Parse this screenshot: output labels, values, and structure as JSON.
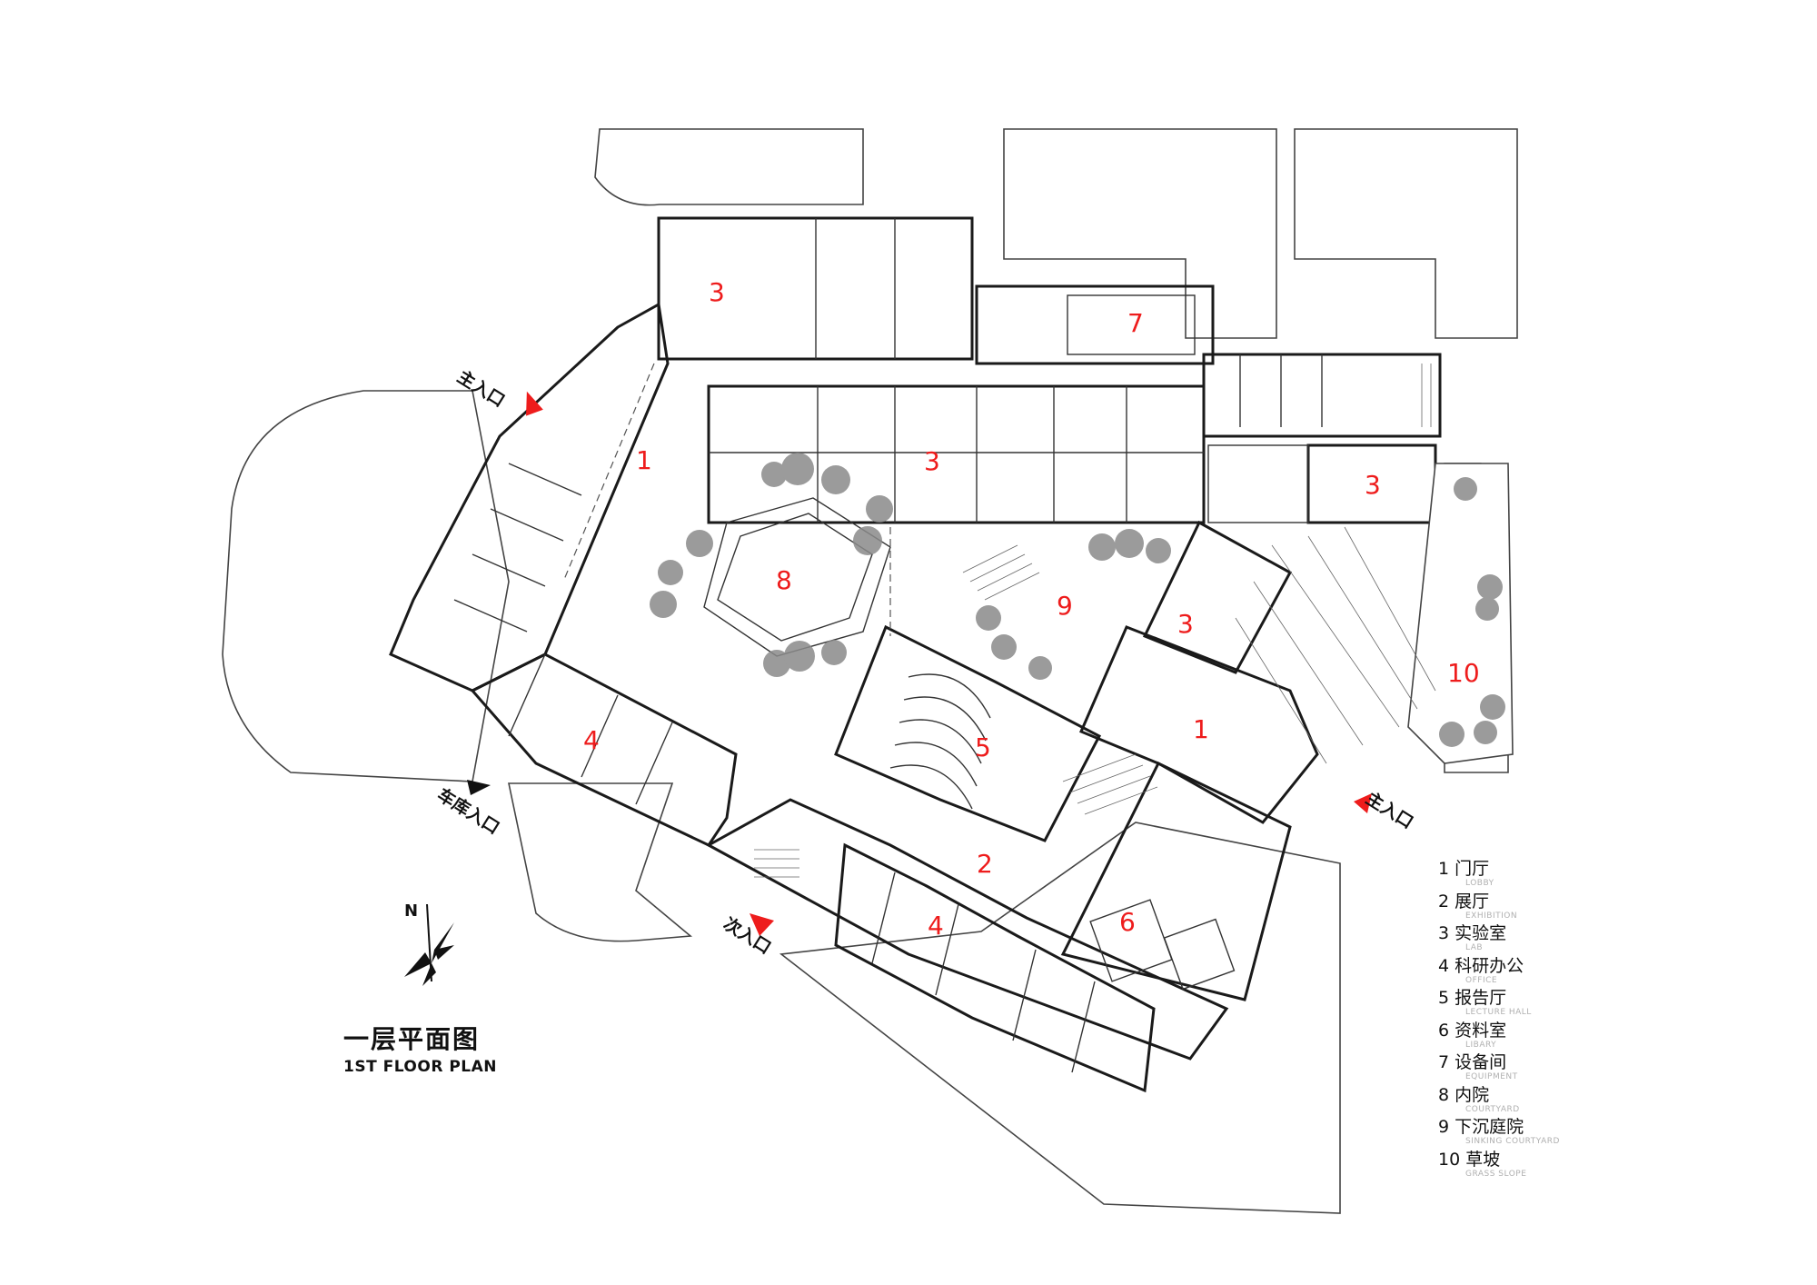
{
  "plan": {
    "title_cn": "一层平面图",
    "title_en": "1ST FLOOR PLAN",
    "north_label": "N"
  },
  "entrances": {
    "main_left": "主入口",
    "main_right": "主入口",
    "garage": "车库入口",
    "secondary": "次入口"
  },
  "room_labels": [
    {
      "id": "lab-north",
      "text": "3"
    },
    {
      "id": "equipment",
      "text": "7"
    },
    {
      "id": "lobby-west",
      "text": "1"
    },
    {
      "id": "lab-center",
      "text": "3"
    },
    {
      "id": "lab-east",
      "text": "3"
    },
    {
      "id": "courtyard",
      "text": "8"
    },
    {
      "id": "sinking-courtyard",
      "text": "9"
    },
    {
      "id": "lab-southeast",
      "text": "3"
    },
    {
      "id": "grass-slope",
      "text": "10"
    },
    {
      "id": "lecture-hall",
      "text": "5"
    },
    {
      "id": "office-west",
      "text": "4"
    },
    {
      "id": "lobby-east",
      "text": "1"
    },
    {
      "id": "exhibition",
      "text": "2"
    },
    {
      "id": "library",
      "text": "6"
    },
    {
      "id": "office-south",
      "text": "4"
    }
  ],
  "legend": [
    {
      "cn": "1 门厅",
      "en": "LOBBY"
    },
    {
      "cn": "2 展厅",
      "en": "EXHIBITION"
    },
    {
      "cn": "3 实验室",
      "en": "LAB"
    },
    {
      "cn": "4 科研办公",
      "en": "OFFICE"
    },
    {
      "cn": "5 报告厅",
      "en": "LECTURE HALL"
    },
    {
      "cn": "6 资料室",
      "en": "LIBARY"
    },
    {
      "cn": "7 设备间",
      "en": "EQUIPMENT"
    },
    {
      "cn": "8 内院",
      "en": "COURTYARD"
    },
    {
      "cn": "9 下沉庭院",
      "en": "SINKING COURTYARD"
    },
    {
      "cn": "10 草坡",
      "en": "GRASS SLOPE"
    }
  ],
  "colors": {
    "label_red": "#ee1c1c",
    "arrow_red": "#ee1c1c",
    "tree_gray": "#8a8a8a",
    "legend_sub": "#b0b0b0"
  }
}
